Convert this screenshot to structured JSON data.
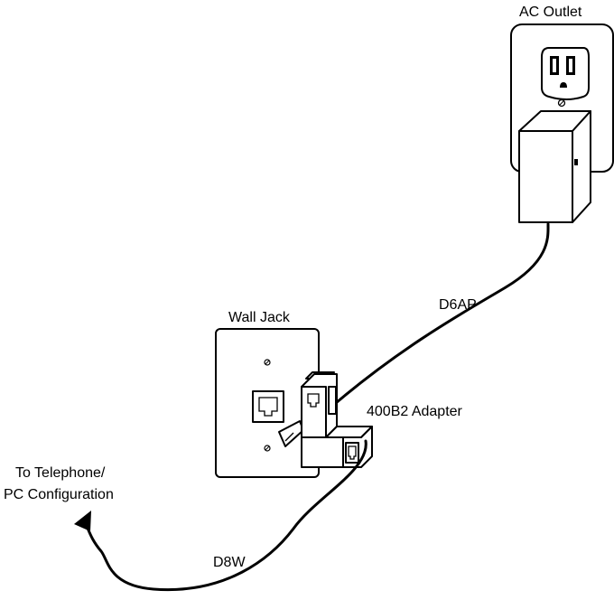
{
  "labels": {
    "ac_outlet": "AC Outlet",
    "d6ap": "D6AP",
    "wall_jack": "Wall Jack",
    "adapter": "400B2 Adapter",
    "telephone_line1": "To Telephone/",
    "telephone_line2": "PC Configuration",
    "d8w": "D8W"
  }
}
